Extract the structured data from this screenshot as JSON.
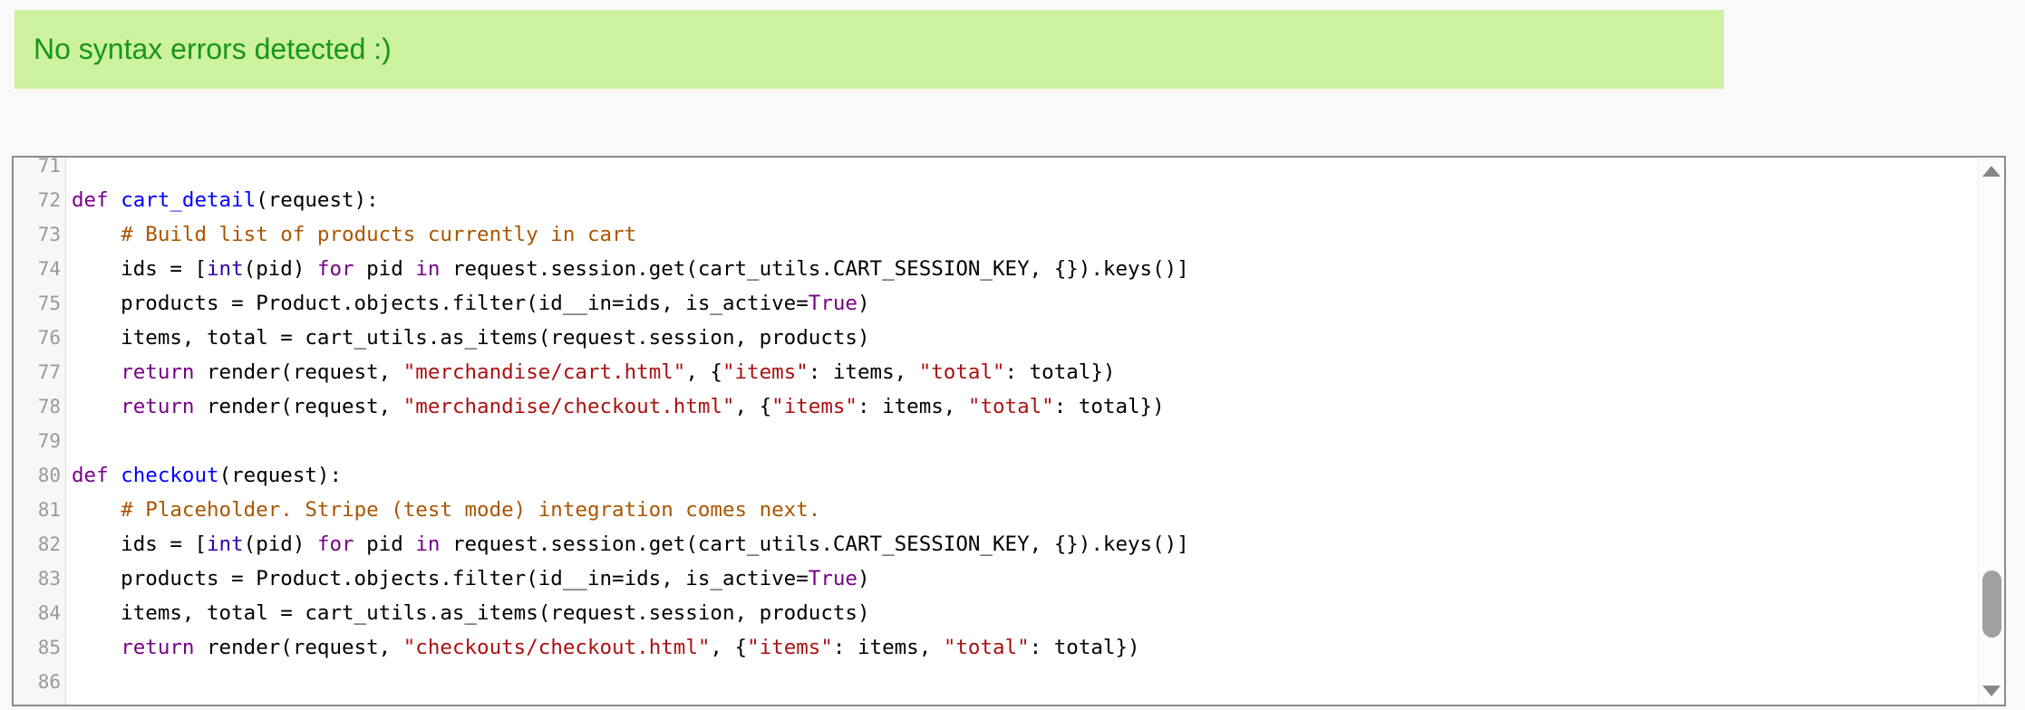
{
  "banner": {
    "text": "No syntax errors detected :)"
  },
  "theme": {
    "page_bg": "#f9f9f9",
    "banner_bg": "#cdf2a0",
    "banner_fg": "#189618",
    "editor_border": "#8c8c8c",
    "gutter_bg": "#f7f7f7",
    "gutter_border": "#dddddd",
    "line_number": "#999999",
    "color_plain": "#000000",
    "color_keyword": "#770088",
    "color_builtin": "#3300aa",
    "color_def": "#0000ff",
    "color_comment": "#aa5500",
    "color_string": "#aa1111",
    "scroll_thumb": "#a0a0a0",
    "scroll_arrow": "#878787"
  },
  "editor": {
    "first_visible_line": 71,
    "last_visible_line": 86,
    "lines": [
      {
        "number": 71,
        "tokens": []
      },
      {
        "number": 72,
        "tokens": [
          {
            "type": "keyword",
            "text": "def"
          },
          {
            "type": "plain",
            "text": " "
          },
          {
            "type": "def",
            "text": "cart_detail"
          },
          {
            "type": "plain",
            "text": "(request):"
          }
        ]
      },
      {
        "number": 73,
        "tokens": [
          {
            "type": "plain",
            "text": "    "
          },
          {
            "type": "comment",
            "text": "# Build list of products currently in cart"
          }
        ]
      },
      {
        "number": 74,
        "tokens": [
          {
            "type": "plain",
            "text": "    ids = ["
          },
          {
            "type": "builtin",
            "text": "int"
          },
          {
            "type": "plain",
            "text": "(pid) "
          },
          {
            "type": "keyword",
            "text": "for"
          },
          {
            "type": "plain",
            "text": " pid "
          },
          {
            "type": "keyword",
            "text": "in"
          },
          {
            "type": "plain",
            "text": " request.session.get(cart_utils.CART_SESSION_KEY, {}).keys()]"
          }
        ]
      },
      {
        "number": 75,
        "tokens": [
          {
            "type": "plain",
            "text": "    products = Product.objects.filter(id__in=ids, is_active="
          },
          {
            "type": "keyword",
            "text": "True"
          },
          {
            "type": "plain",
            "text": ")"
          }
        ]
      },
      {
        "number": 76,
        "tokens": [
          {
            "type": "plain",
            "text": "    items, total = cart_utils.as_items(request.session, products)"
          }
        ]
      },
      {
        "number": 77,
        "tokens": [
          {
            "type": "plain",
            "text": "    "
          },
          {
            "type": "keyword",
            "text": "return"
          },
          {
            "type": "plain",
            "text": " render(request, "
          },
          {
            "type": "string",
            "text": "\"merchandise/cart.html\""
          },
          {
            "type": "plain",
            "text": ", {"
          },
          {
            "type": "string",
            "text": "\"items\""
          },
          {
            "type": "plain",
            "text": ": items, "
          },
          {
            "type": "string",
            "text": "\"total\""
          },
          {
            "type": "plain",
            "text": ": total})"
          }
        ]
      },
      {
        "number": 78,
        "tokens": [
          {
            "type": "plain",
            "text": "    "
          },
          {
            "type": "keyword",
            "text": "return"
          },
          {
            "type": "plain",
            "text": " render(request, "
          },
          {
            "type": "string",
            "text": "\"merchandise/checkout.html\""
          },
          {
            "type": "plain",
            "text": ", {"
          },
          {
            "type": "string",
            "text": "\"items\""
          },
          {
            "type": "plain",
            "text": ": items, "
          },
          {
            "type": "string",
            "text": "\"total\""
          },
          {
            "type": "plain",
            "text": ": total})"
          }
        ]
      },
      {
        "number": 79,
        "tokens": []
      },
      {
        "number": 80,
        "tokens": [
          {
            "type": "keyword",
            "text": "def"
          },
          {
            "type": "plain",
            "text": " "
          },
          {
            "type": "def",
            "text": "checkout"
          },
          {
            "type": "plain",
            "text": "(request):"
          }
        ]
      },
      {
        "number": 81,
        "tokens": [
          {
            "type": "plain",
            "text": "    "
          },
          {
            "type": "comment",
            "text": "# Placeholder. Stripe (test mode) integration comes next."
          }
        ]
      },
      {
        "number": 82,
        "tokens": [
          {
            "type": "plain",
            "text": "    ids = ["
          },
          {
            "type": "builtin",
            "text": "int"
          },
          {
            "type": "plain",
            "text": "(pid) "
          },
          {
            "type": "keyword",
            "text": "for"
          },
          {
            "type": "plain",
            "text": " pid "
          },
          {
            "type": "keyword",
            "text": "in"
          },
          {
            "type": "plain",
            "text": " request.session.get(cart_utils.CART_SESSION_KEY, {}).keys()]"
          }
        ]
      },
      {
        "number": 83,
        "tokens": [
          {
            "type": "plain",
            "text": "    products = Product.objects.filter(id__in=ids, is_active="
          },
          {
            "type": "keyword",
            "text": "True"
          },
          {
            "type": "plain",
            "text": ")"
          }
        ]
      },
      {
        "number": 84,
        "tokens": [
          {
            "type": "plain",
            "text": "    items, total = cart_utils.as_items(request.session, products)"
          }
        ]
      },
      {
        "number": 85,
        "tokens": [
          {
            "type": "plain",
            "text": "    "
          },
          {
            "type": "keyword",
            "text": "return"
          },
          {
            "type": "plain",
            "text": " render(request, "
          },
          {
            "type": "string",
            "text": "\"checkouts/checkout.html\""
          },
          {
            "type": "plain",
            "text": ", {"
          },
          {
            "type": "string",
            "text": "\"items\""
          },
          {
            "type": "plain",
            "text": ": items, "
          },
          {
            "type": "string",
            "text": "\"total\""
          },
          {
            "type": "plain",
            "text": ": total})"
          }
        ]
      },
      {
        "number": 86,
        "tokens": []
      }
    ]
  }
}
